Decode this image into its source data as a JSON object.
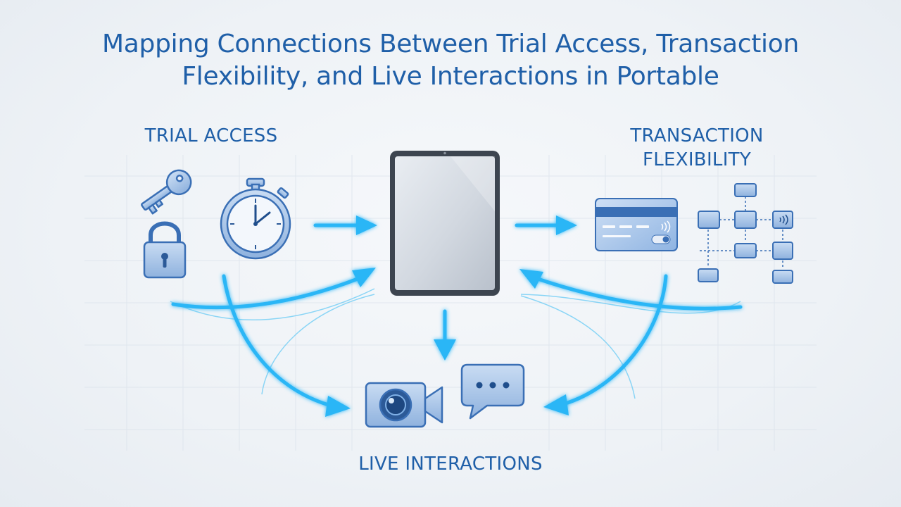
{
  "title_line1": "Mapping Connections Between Trial Access, Transaction",
  "title_line2": "Flexibility, and Live Interactions in Portable",
  "sections": {
    "trial_access": "TRIAL ACCESS",
    "transaction_line1": "TRANSACTION",
    "transaction_line2": "FLEXIBILITY",
    "live_interactions": "LIVE INTERACTIONS"
  },
  "colors": {
    "title": "#1f5fa8",
    "arrow": "#29b6f6",
    "icon_stroke": "#3a6fb5",
    "icon_fill": "#a9c8ec"
  },
  "icons": [
    "key-icon",
    "lock-icon",
    "stopwatch-icon",
    "tablet-icon",
    "credit-card-icon",
    "flowchart-icon",
    "video-camera-icon",
    "chat-bubble-icon"
  ]
}
